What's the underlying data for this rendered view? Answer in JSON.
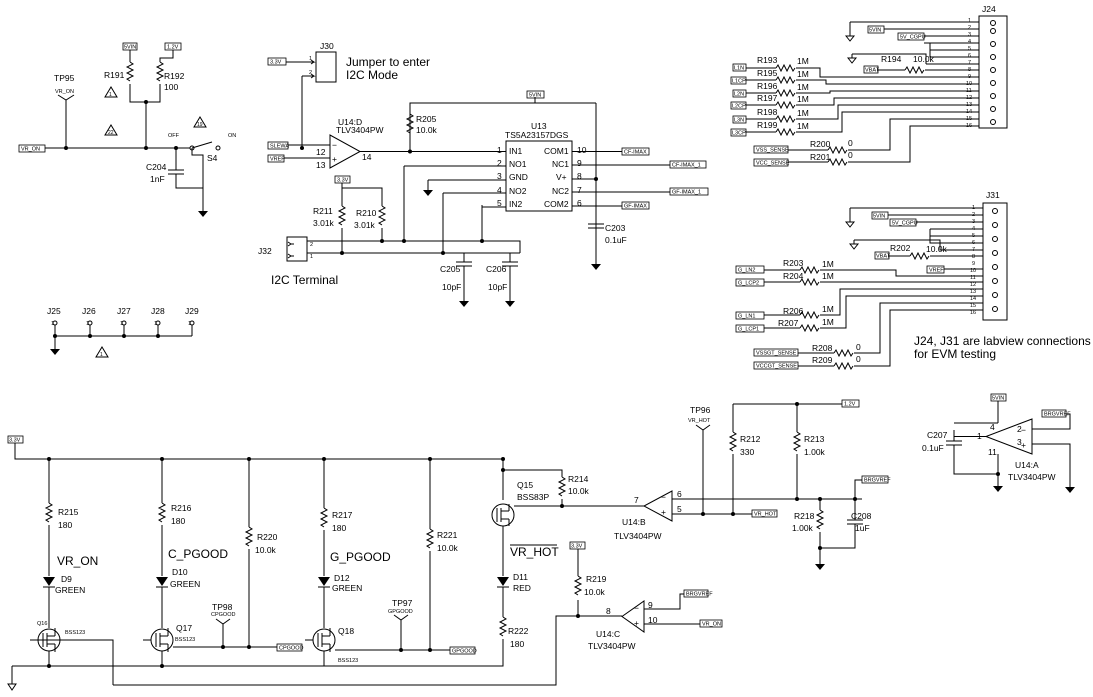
{
  "top_left": {
    "tp95": "TP95",
    "tp95_net": "VR_ON",
    "vr_on_port": "VR_ON",
    "r191": "R191",
    "r192": "R192",
    "r192_val": "100",
    "p5vin": "5VIN",
    "p1v2": "1.2V",
    "tri1": "1",
    "tri2": "22",
    "tri3": "19",
    "c204": "C204",
    "c204_val": "1nF",
    "off": "OFF",
    "on": "ON",
    "s4": "S4"
  },
  "i2c": {
    "p3v3": "3.3V",
    "j30": "J30",
    "pin1": "1",
    "pin2": "2",
    "jumper_note": "Jumper to enter",
    "jumper_note2": "I2C Mode",
    "u14d": "U14:D",
    "u14d_part": "TLV3404PW",
    "slewa": "SLEWA",
    "vref": "VREF",
    "p12": "12",
    "p13": "13",
    "p14": "14",
    "r205": "R205",
    "r205_val": "10.0k",
    "u13": "U13",
    "u13_part": "TS5A23157DGS",
    "u13_5vin": "5VIN",
    "pins_left": [
      "IN1",
      "NO1",
      "GND",
      "NO2",
      "IN2"
    ],
    "pins_left_num": [
      "1",
      "2",
      "3",
      "4",
      "5"
    ],
    "pins_right": [
      "COM1",
      "NC1",
      "V+",
      "NC2",
      "COM2"
    ],
    "pins_right_num": [
      "10",
      "9",
      "8",
      "7",
      "6"
    ],
    "cf_imax": "CF-IMAX",
    "cf_imax_1": "CF-IMAX_1",
    "gf_imax_1": "GF-IMAX_1",
    "gf_imax": "GF-IMAX",
    "c203": "C203",
    "c203_val": "0.1uF",
    "p3v3b": "3.3V",
    "r211": "R211",
    "r211_val": "3.01k",
    "r210": "R210",
    "r210_val": "3.01k",
    "j32": "J32",
    "j32_p1": "1",
    "j32_p2": "2",
    "i2c_term": "I2C Terminal",
    "c205": "C205",
    "c205_val": "10pF",
    "c206": "C206",
    "c206_val": "10pF"
  },
  "jumpers_row": {
    "labels": [
      "J25",
      "J26",
      "J27",
      "J28",
      "J29"
    ],
    "pin": "1",
    "tri": "1"
  },
  "j24": {
    "title": "J24",
    "pins": [
      "1",
      "2",
      "3",
      "4",
      "5",
      "6",
      "7",
      "8",
      "9",
      "10",
      "11",
      "12",
      "13",
      "14",
      "15",
      "16"
    ],
    "svin": "5VIN",
    "sv_cgpu": "5V_CGPU",
    "vbat": "VBAT",
    "r194": "R194",
    "r194_val": "10.0k",
    "resistors": [
      {
        "net": "L1N",
        "ref": "R193",
        "val": "1M"
      },
      {
        "net": "L1CP",
        "ref": "R195",
        "val": "1M"
      },
      {
        "net": "L2N",
        "ref": "R196",
        "val": "1M"
      },
      {
        "net": "L2CP",
        "ref": "R197",
        "val": "1M"
      },
      {
        "net": "L3N",
        "ref": "R198",
        "val": "1M"
      },
      {
        "net": "L3CP",
        "ref": "R199",
        "val": "1M"
      }
    ],
    "vss_sense": "VSS_SENSE",
    "r200": "R200",
    "r200_val": "0",
    "vcc_sense": "VCC_SENSE",
    "r201": "R201",
    "r201_val": "0"
  },
  "j31": {
    "title": "J31",
    "pins": [
      "1",
      "2",
      "3",
      "4",
      "5",
      "6",
      "7",
      "8",
      "9",
      "10",
      "11",
      "12",
      "13",
      "14",
      "15",
      "16"
    ],
    "svin": "5VIN",
    "sv_cgpu": "5V_CGPU",
    "vbat": "VBAT",
    "vref": "VREF",
    "r202": "R202",
    "r202_val": "10.0k",
    "resistors": [
      {
        "net": "G_LN2",
        "ref": "R203",
        "val": "1M"
      },
      {
        "net": "G_LCP2",
        "ref": "R204",
        "val": "1M"
      },
      {
        "net": "G_LN1",
        "ref": "R206",
        "val": "1M"
      },
      {
        "net": "G_LCP1",
        "ref": "R207",
        "val": "1M"
      }
    ],
    "vssgt_sense": "VSSGT_SENSE",
    "r208": "R208",
    "r208_val": "0",
    "vccgt_sense": "VCCGT_SENSE",
    "r209": "R209",
    "r209_val": "0",
    "note1": "J24, J31 are labview connections",
    "note2": "for EVM testing"
  },
  "u14a": {
    "c207": "C207",
    "c207_val": "0.1uF",
    "p5vin": "5VIN",
    "brgvref": "BRGVREF",
    "p1": "1",
    "p2": "2",
    "p3": "3",
    "p4": "4",
    "p11": "11",
    "ref": "U14:A",
    "part": "TLV3404PW"
  },
  "bottom": {
    "p3v3": "3.3V",
    "p1v2": "1.2V",
    "brgvref": "BRGVREF",
    "r215": "R215",
    "r215_val": "180",
    "r216": "R216",
    "r216_val": "180",
    "r217": "R217",
    "r217_val": "180",
    "r220": "R220",
    "r220_val": "10.0k",
    "r221": "R221",
    "r221_val": "10.0k",
    "vr_on": "VR_ON",
    "c_pgood": "C_PGOOD",
    "g_pgood": "G_PGOOD",
    "d9": "D9",
    "d9_col": "GREEN",
    "d10": "D10",
    "d10_col": "GREEN",
    "d12": "D12",
    "d12_col": "GREEN",
    "q16": "Q16",
    "q16_part": "BSS123",
    "q17": "Q17",
    "q17_part": "BSS123",
    "q18": "Q18",
    "q18_part": "BSS123",
    "tp98": "TP98",
    "tp98_net": "CPGOOD",
    "cpgood_port": "CPGOOD",
    "tp97": "TP97",
    "tp97_net": "GPGOOD",
    "gpgood_port": "GPGOOD",
    "q15": "Q15",
    "q15_part": "BSS83P",
    "r214": "R214",
    "r214_val": "10.0k",
    "vr_hot": "VR_HOT",
    "d11": "D11",
    "d11_col": "RED",
    "r222": "R222",
    "r222_val": "180",
    "tp96": "TP96",
    "tp96_net": "VR_HOT",
    "r212": "R212",
    "r212_val": "330",
    "r213": "R213",
    "r213_val": "1.00k",
    "u14b": "U14:B",
    "u14b_part": "TLV3404PW",
    "p7": "7",
    "p6": "6",
    "p5": "5",
    "vr_hot_port": "VR_HOT",
    "r218": "R218",
    "r218_val": "1.00k",
    "c208": "C208",
    "c208_val": "1uF",
    "p3v3c": "3.3V",
    "r219": "R219",
    "r219_val": "10.0k",
    "u14c": "U14:C",
    "u14c_part": "TLV3404PW",
    "p8": "8",
    "p9": "9",
    "p10": "10",
    "vr_on_port": "VR_ON",
    "brgvref2": "BRGVREF"
  }
}
